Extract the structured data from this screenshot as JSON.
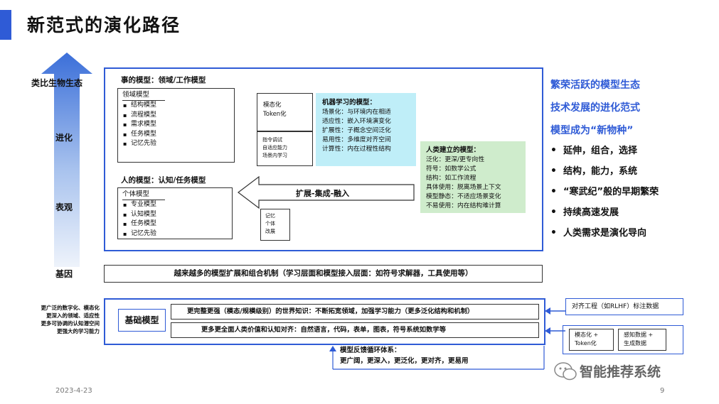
{
  "title": "新范式的演化路径",
  "axis": {
    "top": "类比生物生态",
    "evolve": "进化",
    "phenotype": "表观",
    "gene": "基因"
  },
  "task_model": {
    "title": "事的模型：领域/工作模型",
    "domain_box_title": "领域模型",
    "domain_items": [
      "结构模型",
      "流程模型",
      "需求模型",
      "任务模型",
      "记忆先验"
    ]
  },
  "human_model": {
    "title": "人的模型：认知/任务模型",
    "individual_box_title": "个体模型",
    "individual_items": [
      "专业模型",
      "认知模型",
      "任务模型",
      "记忆先验"
    ]
  },
  "mid_box": {
    "top_lines": [
      "模态化",
      "Token化"
    ],
    "bottom_lines": [
      "指令调试",
      "自适应能力",
      "场景内学习"
    ]
  },
  "ml_box": {
    "title": "机器学习的模型：",
    "rows": [
      {
        "k": "场景化：",
        "v": "与环境内在相适"
      },
      {
        "k": "适应性：",
        "v": "嵌入环境演变化"
      },
      {
        "k": "扩展性：",
        "v": "子概念空间泛化"
      },
      {
        "k": "易用性：",
        "v": "多维度对齐空间"
      },
      {
        "k": "计算性：",
        "v": "内在过程性结构"
      }
    ]
  },
  "human_built": {
    "title": "人类建立的模型：",
    "rows": [
      {
        "k": "泛化：",
        "v": "更深/更专向性"
      },
      {
        "k": "符号：",
        "v": "如数学公式"
      },
      {
        "k": "结构：",
        "v": "如工作流程"
      },
      {
        "k": "具体使用：",
        "v": "脱离场景上下文"
      },
      {
        "k": "模型静态：",
        "v": "不适应场景变化"
      },
      {
        "k": "不易使用：",
        "v": "内在结构难计算"
      }
    ]
  },
  "arrow_label": "扩展-集成-融入",
  "memory_box": [
    "记忆",
    "个体",
    "改展"
  ],
  "right_panel": {
    "headings": [
      "繁荣活跃的模型生态",
      "技术发展的进化范式",
      "模型成为“新物种”"
    ],
    "bullets": [
      "延伸，组合，选择",
      "结构，能力，系统",
      "“寒武纪”般的早期繁荣",
      "持续高速发展",
      "人类需求是演化导向"
    ]
  },
  "gene_bar": "越来越多的模型扩展和组合机制（学习层面和模型接入层面：如符号求解器，工具使用等）",
  "left_notes": [
    "更广泛的数字化、模态化",
    "更深入的领域、适应性",
    "更多可协调的认知潜空间",
    "更强大的学习能力"
  ],
  "foundation": {
    "label": "基础模型",
    "row1": "更完整更强（模态/规模级别）的世界知识：不断拓宽领域，加强学习能力（更多泛化结构和机制）",
    "row2": "更多更全面人类价值和认知对齐：自然语言，代码，表单，图表，符号系统如数学等"
  },
  "alignment_box": "对齐工程（如RLHF）标注数据",
  "small_boxes": [
    [
      "模态化 +",
      "Token化"
    ],
    [
      "感知数据 +",
      "生成数据"
    ]
  ],
  "feedback": {
    "title": "模型反馈循环体系：",
    "items": "更广阔，更深入，更泛化，更对齐，更易用"
  },
  "watermark": "智能推荐系统",
  "footer": {
    "date": "2023-4-23",
    "page": "9"
  },
  "colors": {
    "accent": "#2f5bd6",
    "cyan": "#bfeef8",
    "green": "#cfeccc"
  }
}
